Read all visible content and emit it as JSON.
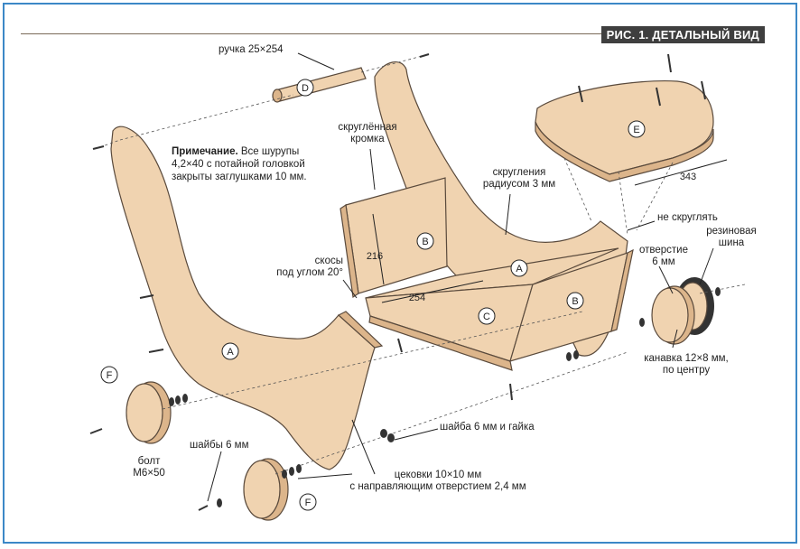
{
  "title": "РИС. 1. ДЕТАЛЬНЫЙ ВИД",
  "note": {
    "bold": "Примечание.",
    "line1": "Все шурупы",
    "line2": "4,2×40 с потайной головкой",
    "line3": "закрыты заглушками 10 мм."
  },
  "labels": {
    "handle": "ручка 25×254",
    "rounded_edge_1": "скруглённая",
    "rounded_edge_2": "кромка",
    "radius_1": "скругления",
    "radius_2": "радиусом 3 мм",
    "no_round": "не скруглять",
    "tire_1": "резиновая",
    "tire_2": "шина",
    "hole_1": "отверстие",
    "hole_2": "6 мм",
    "bevel_1": "скосы",
    "bevel_2": "под углом 20°",
    "groove_1": "канавка 12×8 мм,",
    "groove_2": "по центру",
    "washer_nut": "шайба 6 мм и гайка",
    "washers": "шайбы 6 мм",
    "bolt_1": "болт",
    "bolt_2": "М6×50",
    "dowels_1": "цековки 10×10 мм",
    "dowels_2": "с направляющим отверстием 2,4 мм"
  },
  "dimensions": {
    "width_343": "343",
    "height_216": "216",
    "depth_254": "254"
  },
  "parts": {
    "A": "A",
    "B": "B",
    "C": "C",
    "D": "D",
    "E": "E",
    "F": "F"
  },
  "colors": {
    "wood": "#f0d3b0",
    "wood_edge": "#c9a37a",
    "outline": "#5a4a3c",
    "frame": "#3c88c7",
    "title_bg": "#3f3f3f"
  }
}
